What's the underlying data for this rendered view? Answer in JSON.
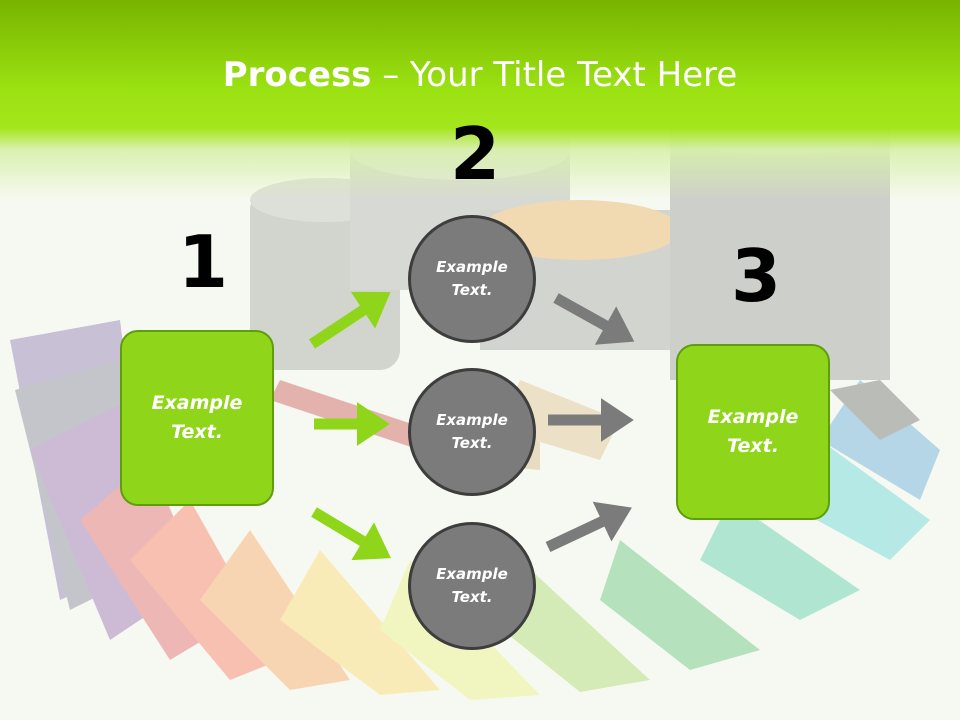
{
  "slide": {
    "title_bold": "Process",
    "title_rest": " – Your Title Text Here",
    "step_numbers": [
      "1",
      "2",
      "3"
    ]
  },
  "left_box": {
    "text": "Example Text."
  },
  "circles": [
    {
      "text": "Example Text."
    },
    {
      "text": "Example Text."
    },
    {
      "text": "Example Text."
    }
  ],
  "right_box": {
    "text": "Example Text."
  },
  "colors": {
    "header_green": "#9be212",
    "box_green": "#8fd61a",
    "circle_gray": "#7b7b7b",
    "arrow_green": "#8fd61a",
    "arrow_gray": "#7b7b7b"
  }
}
